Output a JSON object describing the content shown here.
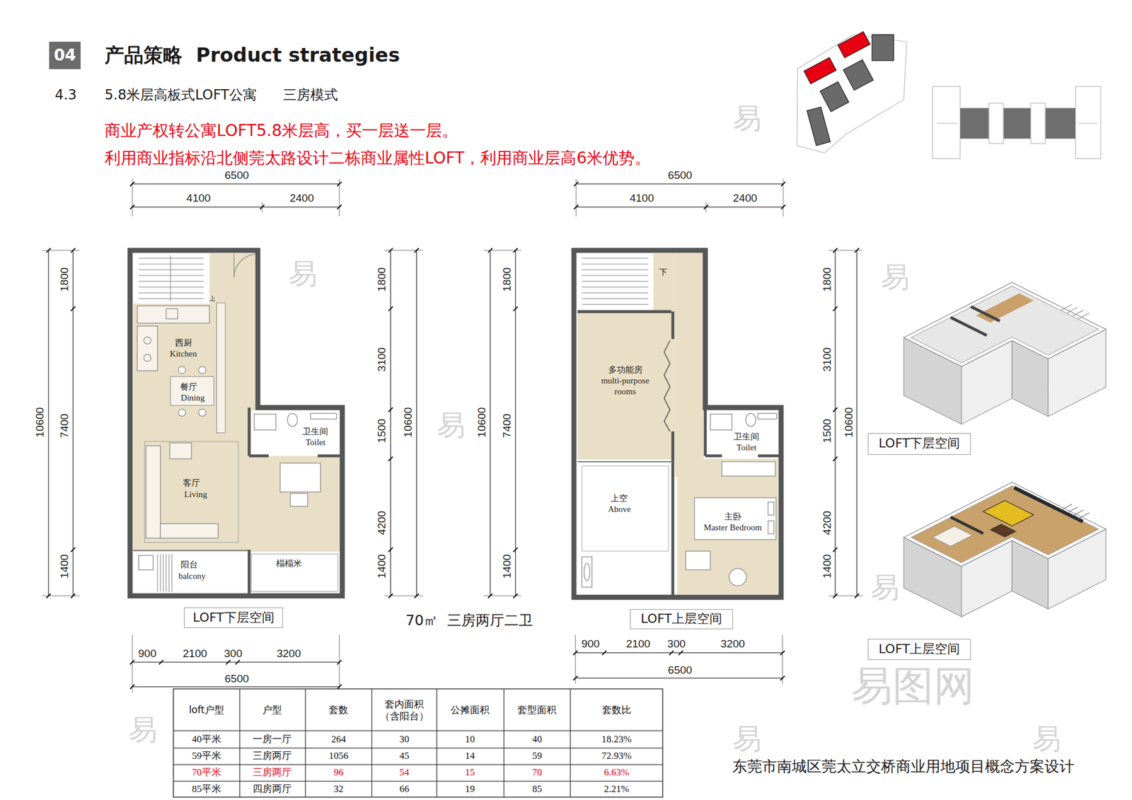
{
  "diagram": {
    "title": "产品策略  Product strategies",
    "nodes": [
      {
        "text": [
          "04"
        ]
      },
      {
        "text": [
          "LOFT下层空间"
        ]
      },
      {
        "text": [
          "LOFT下层空间"
        ]
      },
      {
        "text": [
          "LOFT上层空间"
        ]
      },
      {
        "text": [
          "LOFT上层空间"
        ]
      }
    ],
    "labels": [
      "4.3",
      "5.8米层高板式LOFT公寓",
      "三房模式",
      "商业产权转公寓LOFT5.8米层高，买一层送一层。",
      "利用商业指标沿北侧莞太路设计二栋商业属性LOFT，利用商业层高6米优势。",
      "6500",
      "4100",
      "2400",
      "10600",
      "1800",
      "7400",
      "1400",
      "上",
      "西厨",
      "Kitchen",
      "餐厅",
      "Dining",
      "卫生间",
      "Toilet",
      "客厅",
      "Living",
      "阳台",
      "balcony",
      "榻榻米",
      "1800",
      "3100",
      "1500",
      "4200",
      "1400",
      "10600",
      "70㎡  三房两厅二卫",
      "900",
      "2100",
      "300",
      "3200",
      "6500",
      "10600",
      "1800",
      "7400",
      "1400",
      "6500",
      "4100",
      "2400",
      "下",
      "多功能房",
      "multi-purpose",
      "rooms",
      "卫生间",
      "Toilet",
      "上空",
      "Above",
      "主卧",
      "Master Bedroom",
      "900",
      "2100",
      "300",
      "3200",
      "6500",
      "1800",
      "3100",
      "1500",
      "4200",
      "1400",
      "10600",
      "loft户型",
      "户型",
      "套数",
      "套内面积（含阳台）",
      "公摊面积",
      "套型面积",
      "套数比",
      "40平米",
      "一房一厅",
      "264",
      "30",
      "10",
      "40",
      "18.23%",
      "59平米",
      "三房两厅",
      "1056",
      "45",
      "14",
      "59",
      "72.93%",
      "70平米",
      "三房两厅",
      "96",
      "54",
      "15",
      "70",
      "6.63%",
      "85平米",
      "四房两厅",
      "32",
      "66",
      "19",
      "85",
      "2.21%",
      "东莞市南城区莞太立交桥商业用地项目概念方案设计",
      "易",
      "易",
      "易",
      "易",
      "易",
      "易",
      "易",
      "易",
      "易图网"
    ]
  }
}
